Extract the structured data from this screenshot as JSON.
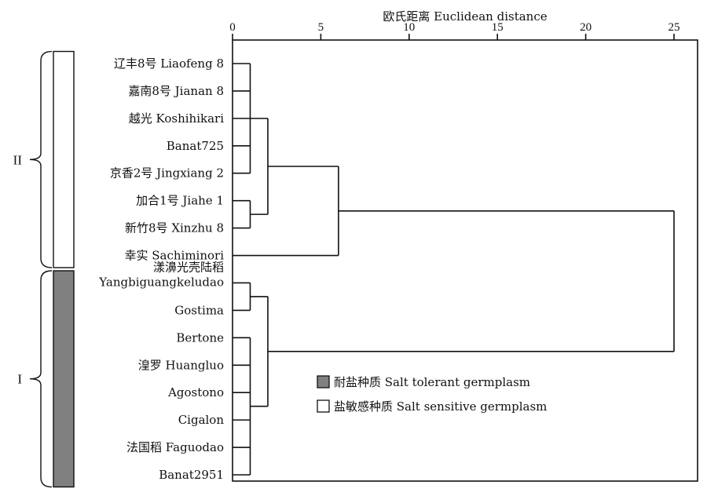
{
  "title": "欧氏距离 Euclidean distance",
  "axis": {
    "min": 0,
    "max": 25,
    "ticks": [
      {
        "value": 0,
        "label": "0"
      },
      {
        "value": 5,
        "label": "5"
      },
      {
        "value": 10,
        "label": "10"
      },
      {
        "value": 15,
        "label": "15"
      },
      {
        "value": 20,
        "label": "20"
      },
      {
        "value": 25,
        "label": "25"
      }
    ]
  },
  "leaves": [
    {
      "label": "辽丰8号 Liaofeng 8",
      "tolerance": "sensitive"
    },
    {
      "label": "嘉南8号 Jianan 8",
      "tolerance": "sensitive"
    },
    {
      "label": "越光 Koshihikari",
      "tolerance": "sensitive"
    },
    {
      "label": "Banat725",
      "tolerance": "sensitive"
    },
    {
      "label": "京香2号 Jingxiang 2",
      "tolerance": "sensitive"
    },
    {
      "label": "加合1号 Jiahe 1",
      "tolerance": "sensitive"
    },
    {
      "label": "新竹8号 Xinzhu 8",
      "tolerance": "sensitive"
    },
    {
      "label": "幸实 Sachiminori",
      "tolerance": "sensitive"
    },
    {
      "label": "漾濞光壳陆稻",
      "label2": "Yangbiguangkeludao",
      "tolerance": "tolerant"
    },
    {
      "label": "Gostima",
      "tolerance": "tolerant"
    },
    {
      "label": "Bertone",
      "tolerance": "tolerant"
    },
    {
      "label": "湟罗 Huangluo",
      "tolerance": "tolerant"
    },
    {
      "label": "Agostono",
      "tolerance": "tolerant"
    },
    {
      "label": "Cigalon",
      "tolerance": "tolerant"
    },
    {
      "label": "法国稻 Faguodao",
      "tolerance": "tolerant"
    },
    {
      "label": "Banat2951",
      "tolerance": "tolerant"
    }
  ],
  "clusters": [
    {
      "members": [
        0,
        1,
        2,
        3,
        4
      ],
      "distance": 1.0
    },
    {
      "members": [
        5,
        6
      ],
      "distance": 1.0
    },
    {
      "members": [
        0,
        1,
        2,
        3,
        4,
        5,
        6
      ],
      "distance": 2.0
    },
    {
      "members": [
        0,
        1,
        2,
        3,
        4,
        5,
        6,
        7
      ],
      "distance": 6.0
    },
    {
      "members": [
        8,
        9
      ],
      "distance": 1.0
    },
    {
      "members": [
        10,
        11,
        12,
        13,
        14,
        15
      ],
      "distance": 1.0
    },
    {
      "members": [
        8,
        9,
        10,
        11,
        12,
        13,
        14,
        15
      ],
      "distance": 2.0
    },
    {
      "members": [
        0,
        1,
        2,
        3,
        4,
        5,
        6,
        7,
        8,
        9,
        10,
        11,
        12,
        13,
        14,
        15
      ],
      "distance": 25.0
    }
  ],
  "groups": [
    {
      "label": "II",
      "first": 0,
      "last": 7,
      "color": "#ffffff"
    },
    {
      "label": "I",
      "first": 8,
      "last": 15,
      "color": "#808080"
    }
  ],
  "legend": [
    {
      "text": "耐盐种质  Salt tolerant germplasm",
      "color": "#808080"
    },
    {
      "text": "盐敏感种质  Salt sensitive germplasm",
      "color": "#ffffff"
    }
  ]
}
